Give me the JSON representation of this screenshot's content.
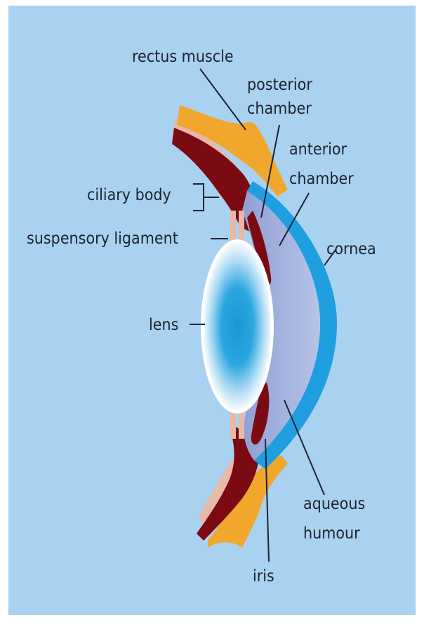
{
  "diagram": {
    "labels": {
      "rectus_muscle": "rectus muscle",
      "posterior_chamber_1": "posterior",
      "posterior_chamber_2": "chamber",
      "anterior_chamber_1": "anterior",
      "anterior_chamber_2": "chamber",
      "ciliary_body": "ciliary body",
      "suspensory_ligament": "suspensory ligament",
      "cornea": "cornea",
      "lens": "lens",
      "aqueous_humour_1": "aqueous",
      "aqueous_humour_2": "humour",
      "iris": "iris"
    },
    "colors": {
      "background": "#a9d2f1",
      "sclera_orange": "#f0a72b",
      "muscle_red": "#7c0a12",
      "skin_pink": "#e9b9a7",
      "cornea_blue": "#1f9fe0",
      "chamber_violet": "#9aacd9",
      "lens_core": "#1e9ad6",
      "lens_rim": "#ffffff"
    }
  }
}
